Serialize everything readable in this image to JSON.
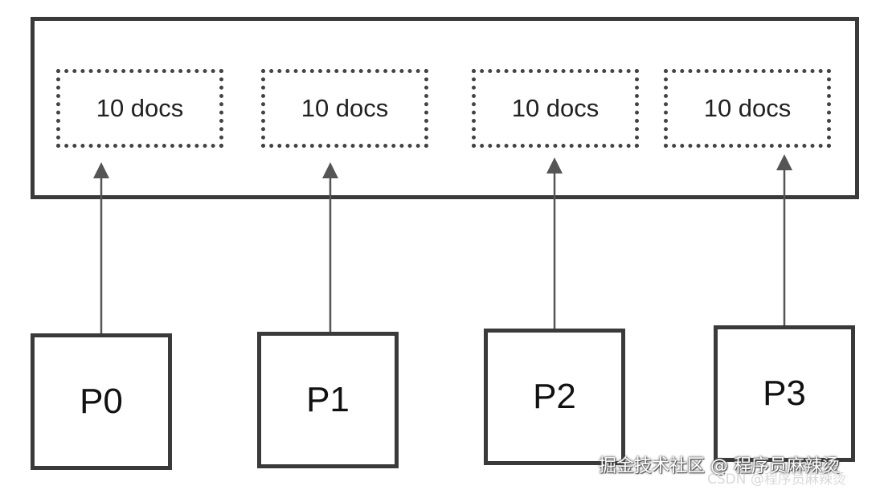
{
  "doc_groups": [
    {
      "label": "10 docs"
    },
    {
      "label": "10 docs"
    },
    {
      "label": "10 docs"
    },
    {
      "label": "10 docs"
    }
  ],
  "partitions": [
    {
      "label": "P0"
    },
    {
      "label": "P1"
    },
    {
      "label": "P2"
    },
    {
      "label": "P3"
    }
  ],
  "watermark": {
    "main": "掘金技术社区 @ 程序员麻辣烫",
    "sub": "CSDN @程序员麻辣烫"
  },
  "colors": {
    "stroke": "#3a3a3a",
    "arrow": "#555555"
  }
}
